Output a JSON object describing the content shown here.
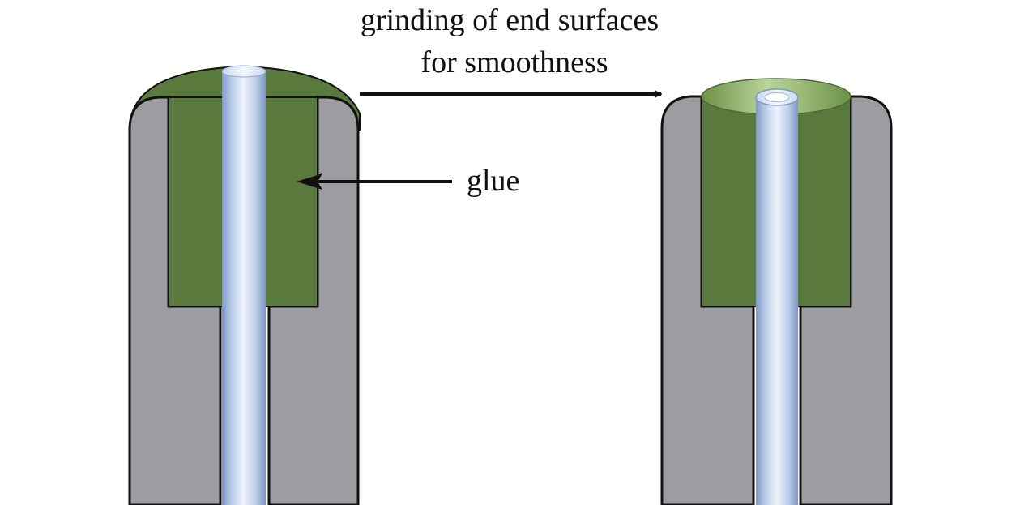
{
  "labels": {
    "process_line1": "grinding of end surfaces",
    "process_line2": "for smoothness",
    "glue": "glue"
  },
  "colors": {
    "ferrule": "#9c9da1",
    "outline": "#111111",
    "glue": "#5a7a3d",
    "glue_polished_light": "#a9c98c",
    "fiber_light": "#eef3fb",
    "fiber_mid": "#b9cbe8",
    "fiber_dark": "#7e98c3",
    "arrow": "#111111"
  },
  "parts": {
    "left": "ferrule-with-glue-dome",
    "right": "ferrule-polished-end"
  }
}
